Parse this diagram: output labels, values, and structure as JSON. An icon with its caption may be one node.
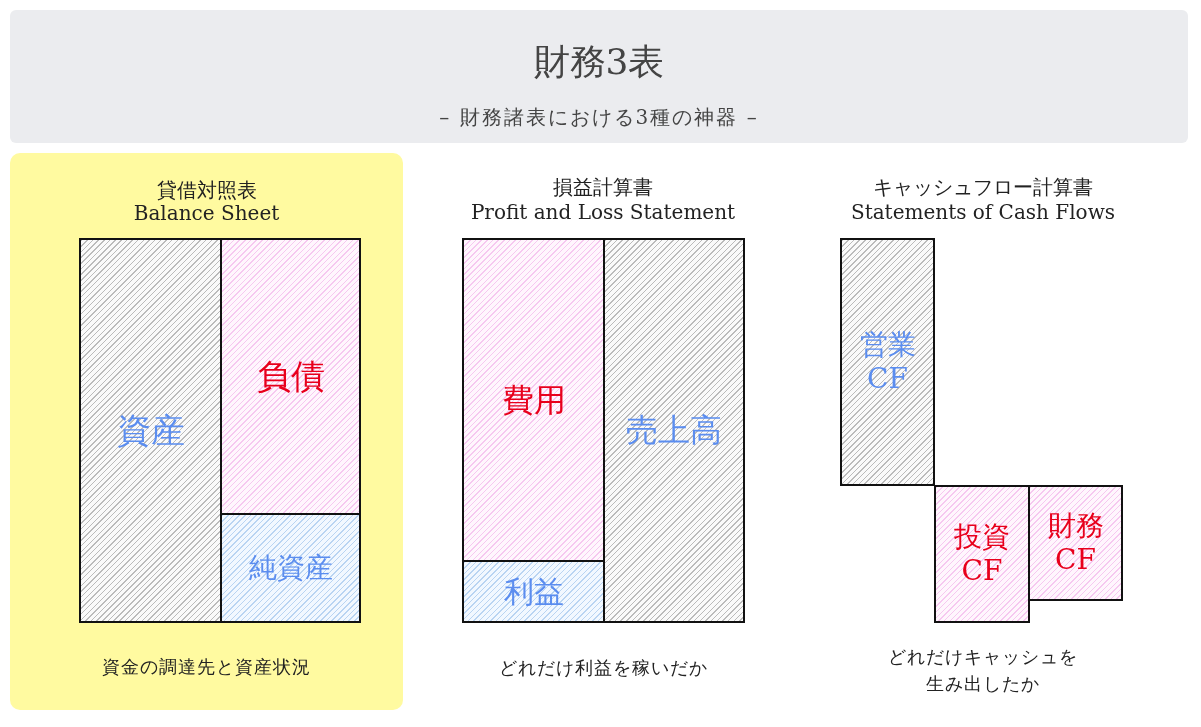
{
  "diagram": {
    "title": "財務3表",
    "nodes": [
      {
        "text": [
          "貸借対照表",
          "Balance Sheet",
          "資金の調達先と資産状況"
        ]
      },
      {
        "text": [
          "資産"
        ],
        "in": 0
      },
      {
        "text": [
          "負債"
        ],
        "in": 0
      },
      {
        "text": [
          "純資産"
        ],
        "in": 0
      },
      {
        "text": [
          "費用"
        ]
      },
      {
        "text": [
          "利益"
        ]
      },
      {
        "text": [
          "売上高"
        ]
      },
      {
        "text": [
          "営業 CF"
        ]
      },
      {
        "text": [
          "投資 CF"
        ]
      },
      {
        "text": [
          "財務 CF"
        ]
      }
    ],
    "labels": [
      "– 財務諸表における3種の神器 –",
      "損益計算書",
      "Profit and Loss Statement",
      "どれだけ利益を稼いだか",
      "キャッシュフロー計算書",
      "Statements of Cash Flows",
      "どれだけキャッシュを生み出したか"
    ]
  }
}
